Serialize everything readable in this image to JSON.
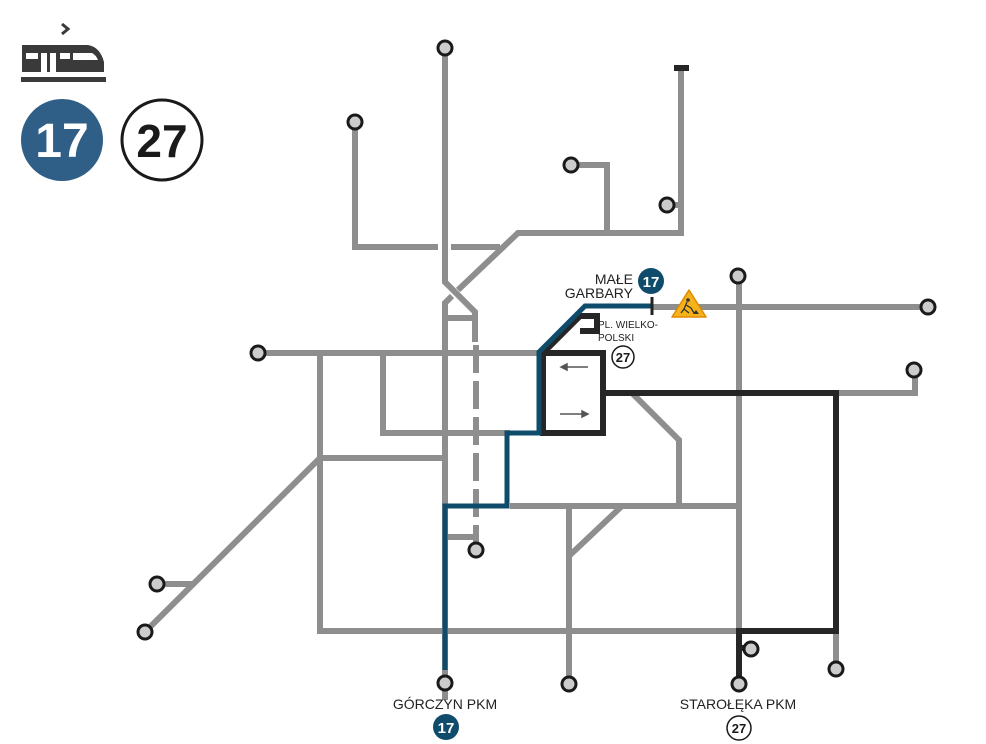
{
  "header": {
    "mode_icon": "tram-icon",
    "lines": [
      {
        "number": "17",
        "style": "filled",
        "color": "#2f5f86"
      },
      {
        "number": "27",
        "style": "outline",
        "color": "#1a1a1a"
      }
    ]
  },
  "colors": {
    "network": "#8e8e8e",
    "line_17": "#0f4c6b",
    "line_27": "#262626",
    "stop_fill": "#cccccc",
    "stop_stroke": "#1a1a1a",
    "warning_fill": "#f6b21a"
  },
  "labels": {
    "male_garbary": [
      "MAŁE",
      "GARBARY"
    ],
    "pl_wielkopolski": [
      "PL. WIELKO-",
      "POLSKI"
    ],
    "gorczyn": "GÓRCZYN PKM",
    "staroleka": "STAROŁĘKA PKM"
  },
  "badges": {
    "male_garbary": "17",
    "pl_wielkopolski": "27",
    "gorczyn": "17",
    "staroleka": "27"
  },
  "icons": {
    "warning": "road-works-warning-icon",
    "arrow_left": "arrow-left-icon",
    "arrow_right": "arrow-right-icon"
  }
}
